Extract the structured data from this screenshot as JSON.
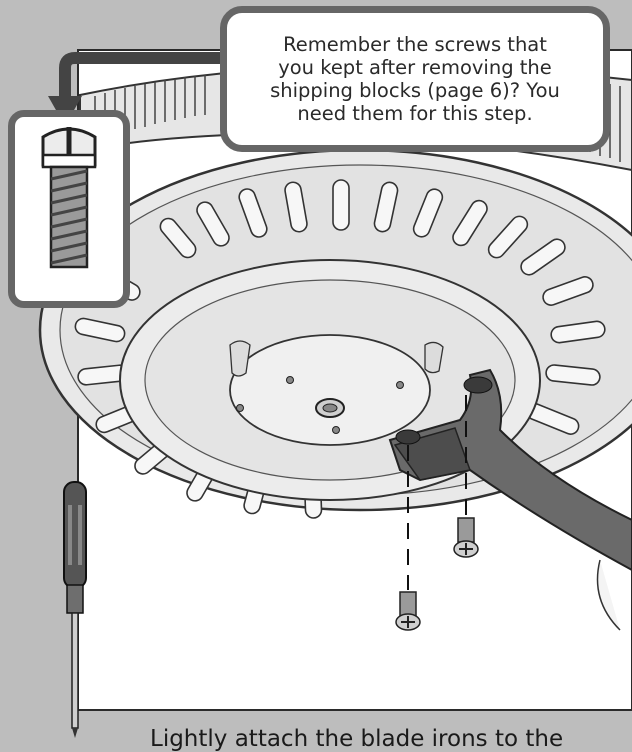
{
  "callout": {
    "line1": "Remember the screws that",
    "line2": "you kept after removing the",
    "line3": "shipping blocks (page 6)? You",
    "line4": "need them for this step."
  },
  "caption": "Lightly attach the blade irons to the",
  "icons": {
    "screw": "screw-icon",
    "screwdriver": "screwdriver-icon",
    "arrow": "arrow-down-icon"
  },
  "colors": {
    "background": "#bdbdbd",
    "callout_border": "#666666",
    "panel": "#ffffff",
    "motor": "#e0e0e0",
    "blade_iron": "#5c5c5c"
  }
}
